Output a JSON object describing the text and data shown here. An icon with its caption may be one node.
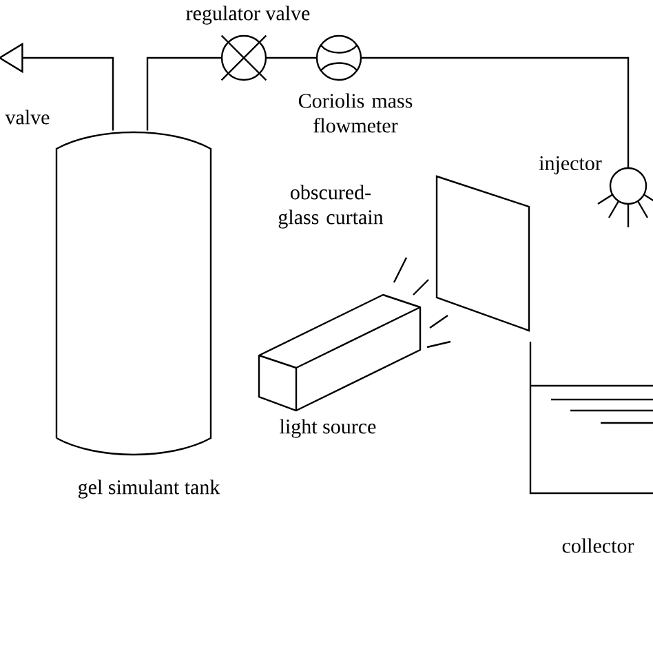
{
  "diagram": {
    "nodes": [
      {
        "text": [
          "valve"
        ]
      },
      {
        "text": [
          "regulator valve"
        ]
      },
      {
        "text": [
          "Coriolis mass flowmeter"
        ]
      },
      {
        "text": [
          "injector"
        ]
      },
      {
        "text": [
          "obscured-glass curtain"
        ]
      },
      {
        "text": [
          "light source"
        ]
      },
      {
        "text": [
          "gel simulant tank"
        ]
      },
      {
        "text": [
          "collector"
        ]
      }
    ],
    "edges": [
      {
        "from": 6,
        "to": 0,
        "arrow": "none"
      },
      {
        "from": 6,
        "to": 1,
        "arrow": "none"
      },
      {
        "from": 1,
        "to": 2,
        "arrow": "none"
      },
      {
        "from": 2,
        "to": 3,
        "arrow": "none"
      }
    ]
  }
}
